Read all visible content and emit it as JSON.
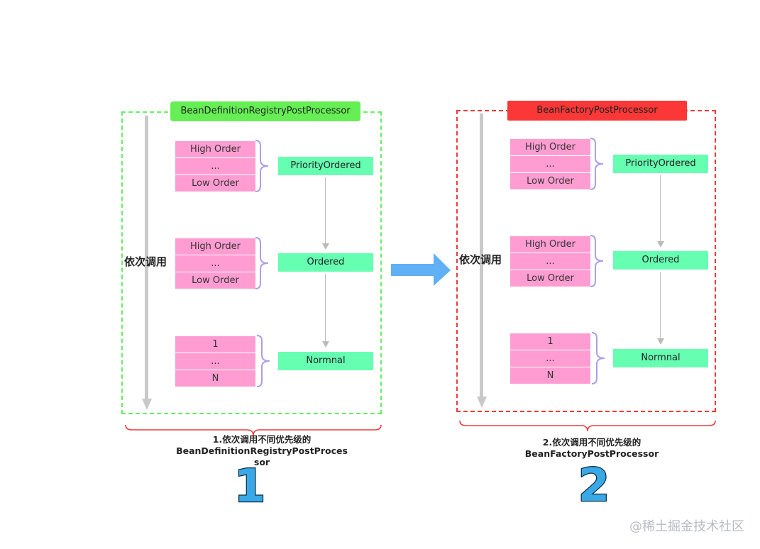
{
  "panel_1": {
    "title": "BeanDefinitionRegistryPostProcessor",
    "side_label": "依次调用",
    "groups": [
      {
        "cells": [
          "High Order",
          "...",
          "Low Order"
        ],
        "tag": "PriorityOrdered"
      },
      {
        "cells": [
          "High Order",
          "...",
          "Low Order"
        ],
        "tag": "Ordered"
      },
      {
        "cells": [
          "1",
          "...",
          "N"
        ],
        "tag": "Normnal"
      }
    ],
    "caption_lines": [
      "1.依次调用不同优先级的",
      "BeanDefinitionRegistryPostProces",
      "sor"
    ],
    "number": "1"
  },
  "panel_2": {
    "title": "BeanFactoryPostProcessor",
    "side_label": "依次调用",
    "groups": [
      {
        "cells": [
          "High Order",
          "...",
          "Low Order"
        ],
        "tag": "PriorityOrdered"
      },
      {
        "cells": [
          "High Order",
          "...",
          "Low Order"
        ],
        "tag": "Ordered"
      },
      {
        "cells": [
          "1",
          "...",
          "N"
        ],
        "tag": "Normnal"
      }
    ],
    "caption_lines": [
      "2.依次调用不同优先级的",
      "BeanFactoryPostProcessor"
    ],
    "number": "2"
  },
  "watermark": "@稀土掘金技术社区",
  "colors": {
    "panel_1_border": "#66ee66",
    "panel_1_title_bg": "#66ee55",
    "panel_2_border": "#ee3b3b",
    "panel_2_title_bg": "#fb3737",
    "cell_bg": "#ff9dd2",
    "tag_bg": "#66ffb2",
    "brace": "#a9a0e8",
    "bracket": "#ee3b3b",
    "center_arrow": "#5fb0f5",
    "number_fill": "#38a8e6"
  }
}
